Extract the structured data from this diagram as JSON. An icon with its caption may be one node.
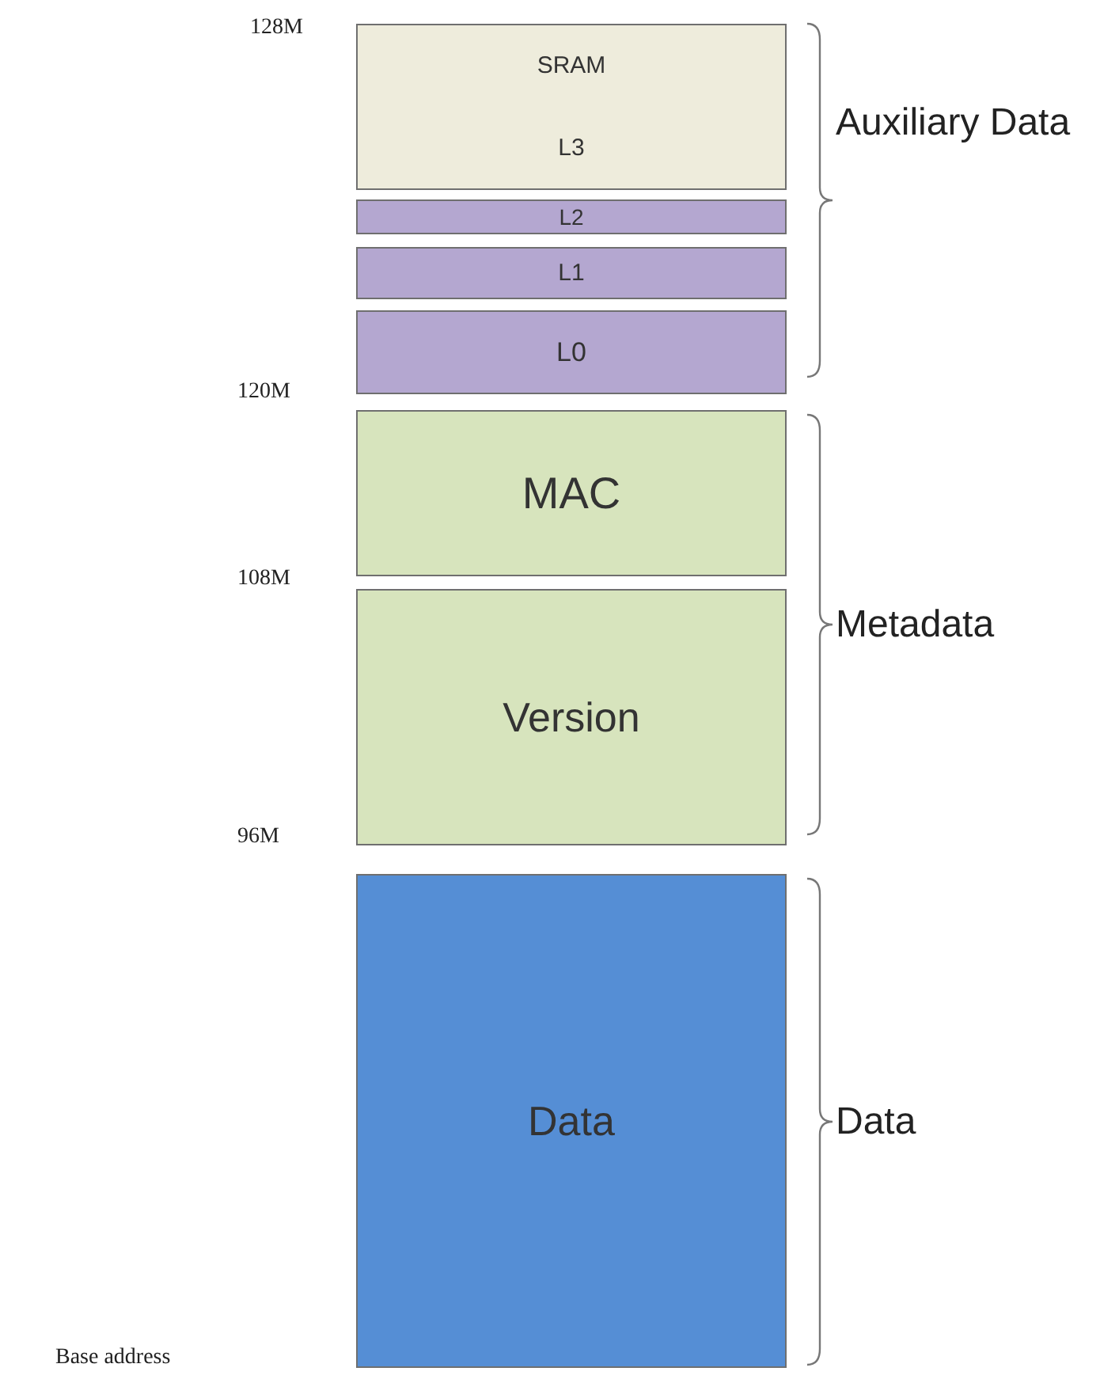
{
  "diagram": {
    "nodes": [
      {
        "text": [
          "SRAM",
          "L3"
        ]
      },
      {
        "text": [
          "L2"
        ]
      },
      {
        "text": [
          "L1"
        ]
      },
      {
        "text": [
          "L0"
        ]
      },
      {
        "text": [
          "MAC"
        ]
      },
      {
        "text": [
          "Version"
        ]
      },
      {
        "text": [
          "Data"
        ]
      }
    ],
    "labels": [
      "128M",
      "Auxiliary Data",
      "120M",
      "108M",
      "Metadata",
      "96M",
      "Data",
      "Base address"
    ]
  }
}
